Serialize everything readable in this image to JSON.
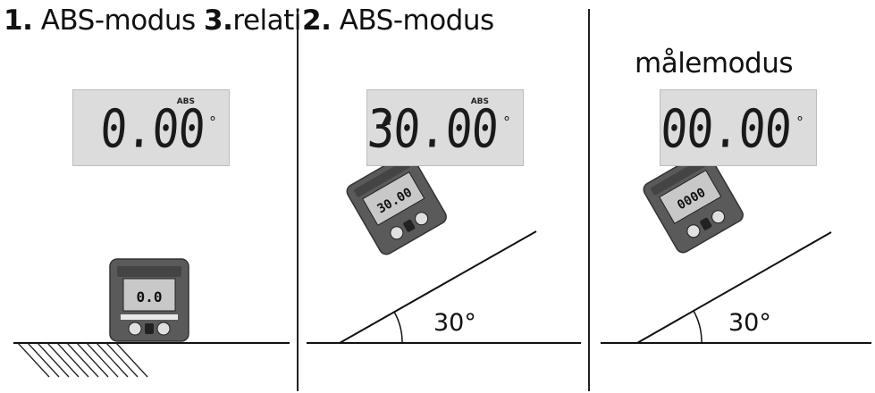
{
  "step1": {
    "number": "1.",
    "text": " ABS-modus"
  },
  "step3": {
    "number": "3.",
    "text": "relati"
  },
  "step2": {
    "number": "2.",
    "text": " ABS-modus"
  },
  "step3_cont": {
    "text": "målemodus"
  },
  "display1": {
    "mode": "ABS",
    "value": "0.00",
    "unit": "°"
  },
  "display2": {
    "arrow": "▲",
    "mode": "ABS",
    "value": "30.00",
    "unit": "°"
  },
  "display3": {
    "value": "00.00",
    "unit": "°"
  },
  "scene2": {
    "angle_label": "30°"
  },
  "scene3": {
    "angle_label": "30°"
  },
  "device": {
    "screen1": "0.0",
    "screen2": "30.00",
    "screen3": "0000"
  }
}
